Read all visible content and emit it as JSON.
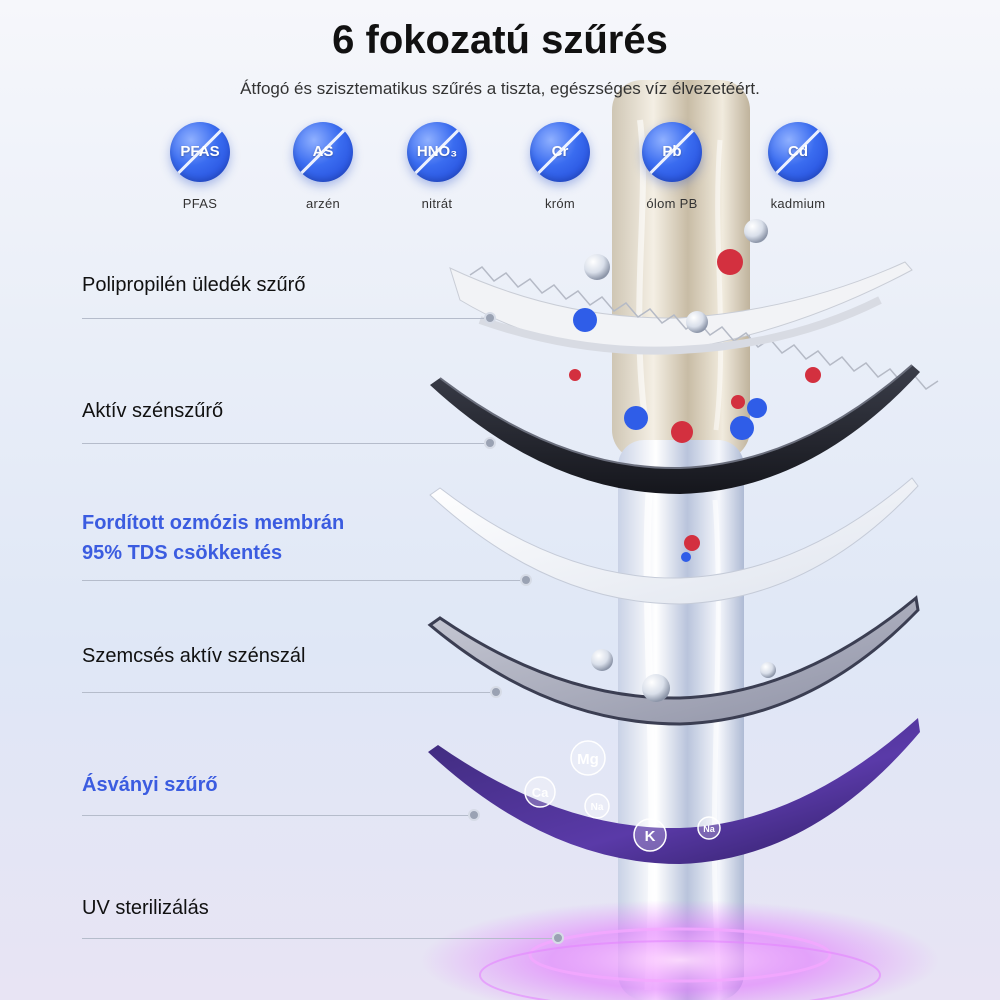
{
  "header": {
    "title": "6 fokozatú szűrés",
    "subtitle": "Átfogó és szisztematikus szűrés a tiszta, egészséges víz élvezetéért."
  },
  "contaminants": [
    {
      "symbol": "PFAS",
      "label": "PFAS"
    },
    {
      "symbol": "AS",
      "label": "arzén"
    },
    {
      "symbol": "HNO₃",
      "label": "nitrát"
    },
    {
      "symbol": "Cr",
      "label": "króm"
    },
    {
      "symbol": "Pb",
      "label": "ólom PB"
    },
    {
      "symbol": "Cd",
      "label": "kadmium"
    }
  ],
  "layers": [
    {
      "line1": "Polipropilén üledék szűrő",
      "line2": "",
      "highlight": false
    },
    {
      "line1": "Aktív szénszűrő",
      "line2": "",
      "highlight": false
    },
    {
      "line1": "Fordított ozmózis membrán",
      "line2": "95% TDS csökkentés",
      "highlight": true
    },
    {
      "line1": "Szemcsés aktív szénszál",
      "line2": "",
      "highlight": false
    },
    {
      "line1": "Ásványi szűrő",
      "line2": "",
      "highlight": true
    },
    {
      "line1": "UV sterilizálás",
      "line2": "",
      "highlight": false
    }
  ],
  "minerals": [
    "Mg",
    "Ca",
    "Na",
    "K",
    "Na"
  ],
  "colors": {
    "badge": "#2f5de8",
    "highlight_text": "#3b5ce0",
    "uv_glow": "#e06cff"
  }
}
